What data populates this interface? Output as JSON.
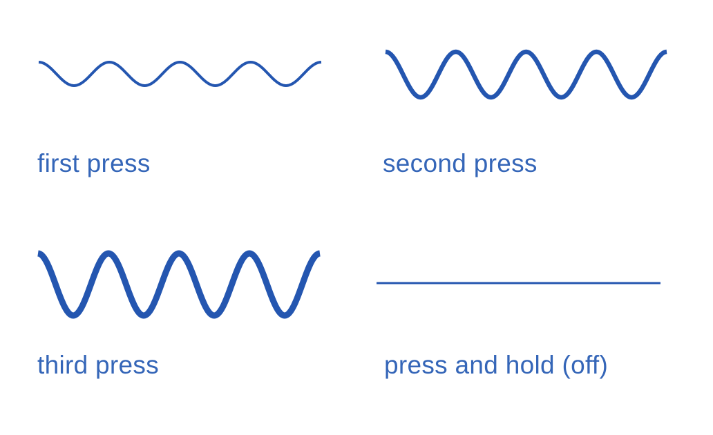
{
  "colors": {
    "wave": "#2456b0",
    "caption": "#3566b8",
    "background": "#ffffff"
  },
  "panels": [
    {
      "label": "first press",
      "pattern": "wave",
      "cycles": 4,
      "intensity": "low"
    },
    {
      "label": "second press",
      "pattern": "wave",
      "cycles": 4,
      "intensity": "medium"
    },
    {
      "label": "third press",
      "pattern": "wave",
      "cycles": 4,
      "intensity": "high"
    },
    {
      "label": "press and hold (off)",
      "pattern": "flat",
      "cycles": 0,
      "intensity": "off"
    }
  ]
}
